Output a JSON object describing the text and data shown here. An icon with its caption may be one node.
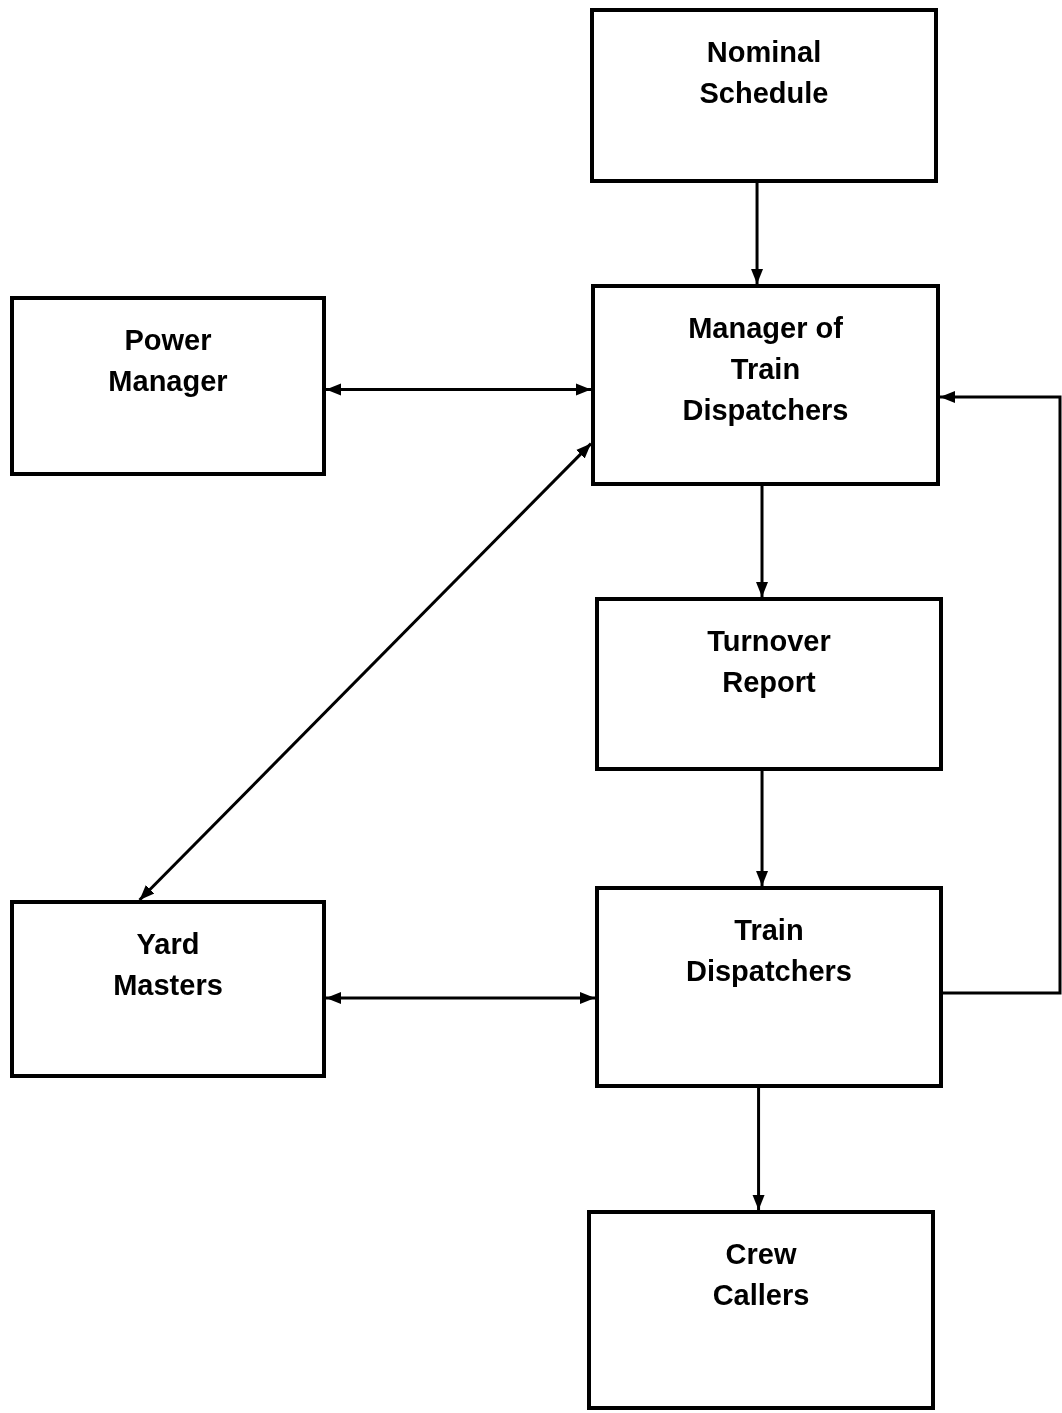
{
  "diagram": {
    "nodes": [
      {
        "text": [
          "Nominal Schedule"
        ]
      },
      {
        "text": [
          "Power Manager"
        ]
      },
      {
        "text": [
          "Manager of Train Dispatchers"
        ]
      },
      {
        "text": [
          "Turnover Report"
        ]
      },
      {
        "text": [
          "Yard Masters"
        ]
      },
      {
        "text": [
          "Train Dispatchers"
        ]
      },
      {
        "text": [
          "Crew Callers"
        ]
      }
    ],
    "edges": [
      {
        "from": 0,
        "to": 2,
        "arrow": "to"
      },
      {
        "from": 1,
        "to": 2,
        "arrow": "both"
      },
      {
        "from": 2,
        "to": 4,
        "arrow": "both"
      },
      {
        "from": 2,
        "to": 3,
        "arrow": "to"
      },
      {
        "from": 3,
        "to": 5,
        "arrow": "to"
      },
      {
        "from": 4,
        "to": 5,
        "arrow": "both"
      },
      {
        "from": 5,
        "to": 6,
        "arrow": "to"
      },
      {
        "from": 5,
        "to": 2,
        "arrow": "to"
      }
    ]
  }
}
